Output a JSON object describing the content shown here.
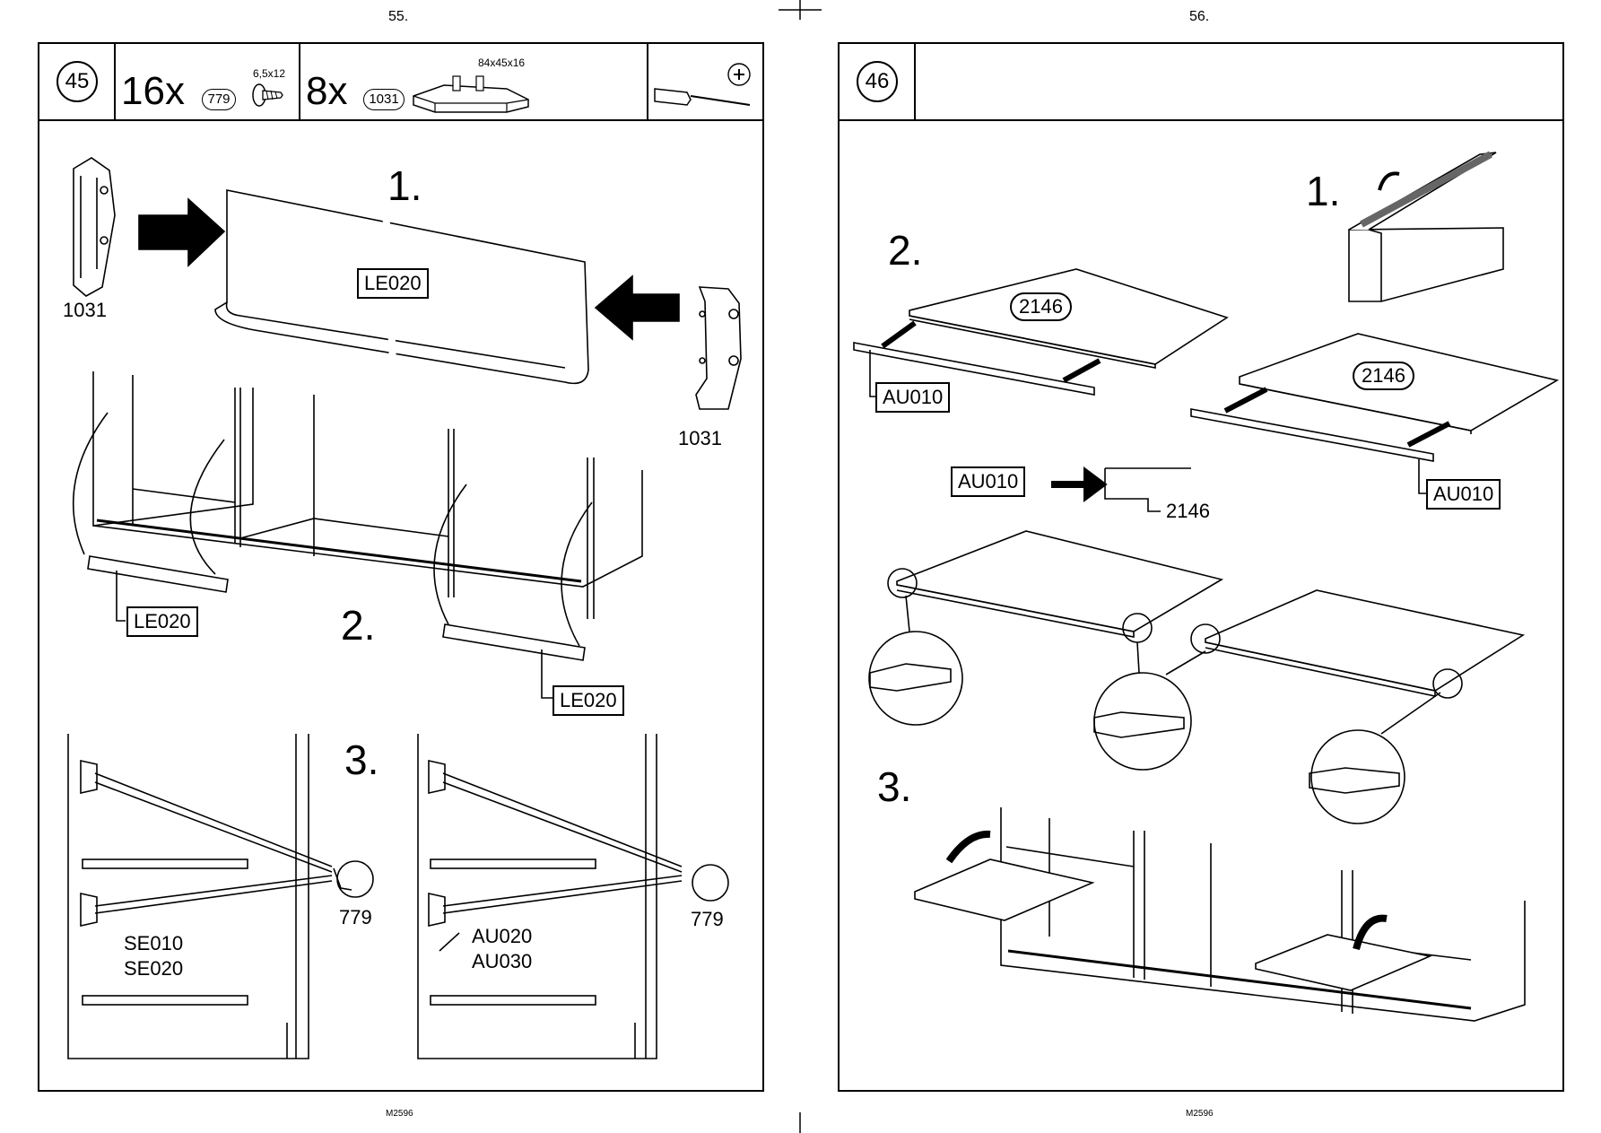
{
  "left_page": {
    "page_number": "55.",
    "footer": "M2596",
    "step": "45",
    "parts": [
      {
        "qty": "16x",
        "ref": "779",
        "size": "6,5x12"
      },
      {
        "qty": "8x",
        "ref": "1031",
        "size": "84x45x16"
      }
    ],
    "sub_steps": [
      "1.",
      "2.",
      "3."
    ],
    "labels": {
      "fitting_left": "1031",
      "fitting_right": "1031",
      "panel": "LE020",
      "rail_left": "LE020",
      "rail_right": "LE020",
      "screw_a": "779",
      "screw_b": "779",
      "runner_a1": "SE010",
      "runner_a2": "SE020",
      "runner_b1": "AU020",
      "runner_b2": "AU030"
    }
  },
  "right_page": {
    "page_number": "56.",
    "footer": "M2596",
    "step": "46",
    "sub_steps": [
      "1.",
      "2.",
      "3."
    ],
    "labels": {
      "shelf_a": "2146",
      "shelf_b": "2146",
      "edge_a": "AU010",
      "edge_b": "AU010",
      "legend_from": "AU010",
      "legend_to": "2146"
    }
  }
}
